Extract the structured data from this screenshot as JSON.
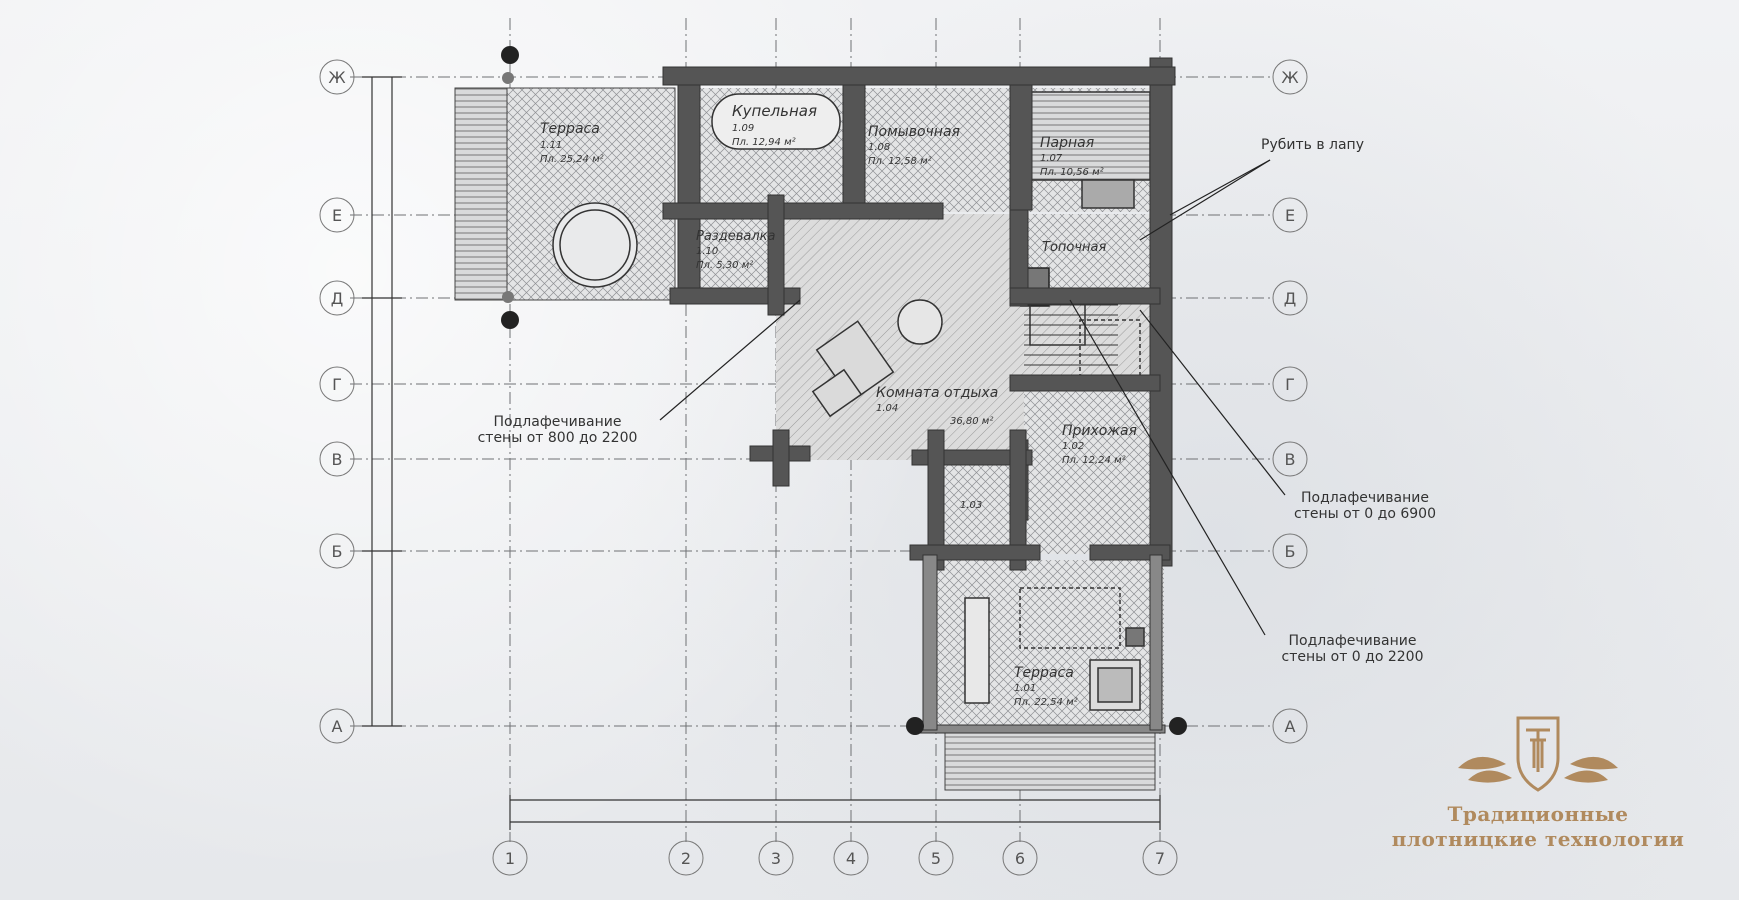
{
  "drawing": {
    "row_axes": [
      "Ж",
      "Е",
      "Д",
      "Г",
      "В",
      "Б",
      "А"
    ],
    "column_axes": [
      "1",
      "2",
      "3",
      "4",
      "5",
      "6",
      "7"
    ]
  },
  "rooms": {
    "terrace_top": {
      "name": "Терраса",
      "number": "1.11",
      "area": "Пл. 25,24 м²"
    },
    "kupelnaya": {
      "name": "Купельная",
      "number": "1.09",
      "area": "Пл. 12,94 м²"
    },
    "pomyvochnaya": {
      "name": "Помывочная",
      "number": "1.08",
      "area": "Пл. 12,58 м²"
    },
    "parnaya": {
      "name": "Парная",
      "number": "1.07",
      "area": "Пл. 10,56 м²"
    },
    "razdevalka": {
      "name": "Раздевалка",
      "number": "1.10",
      "area": "Пл. 5,30 м²"
    },
    "topochnaya": {
      "name": "Топочная"
    },
    "komnata_otdyha": {
      "name": "Комната отдыха",
      "number": "1.04",
      "area": "36,80 м²"
    },
    "prihozhaya": {
      "name": "Прихожая",
      "number": "1.02",
      "area": "Пл. 12,24 м²"
    },
    "sanuzel": {
      "number": "1.03"
    },
    "terrace_bottom": {
      "name": "Терраса",
      "number": "1.01",
      "area": "Пл. 22,54 м²"
    }
  },
  "callouts": {
    "rubit_v_lapu": "Рубить в лапу",
    "podlafech_800_l1": "Подлафечивание",
    "podlafech_800_l2": "стены от 800 до 2200",
    "podlafech_6900_l1": "Подлафечивание",
    "podlafech_6900_l2": "стены от 0 до 6900",
    "podlafech_2200_l1": "Подлафечивание",
    "podlafech_2200_l2": "стены от 0 до 2200"
  },
  "logo": {
    "line1": "Традиционные",
    "line2": "плотницкие технологии",
    "color": "#b08a5e"
  }
}
